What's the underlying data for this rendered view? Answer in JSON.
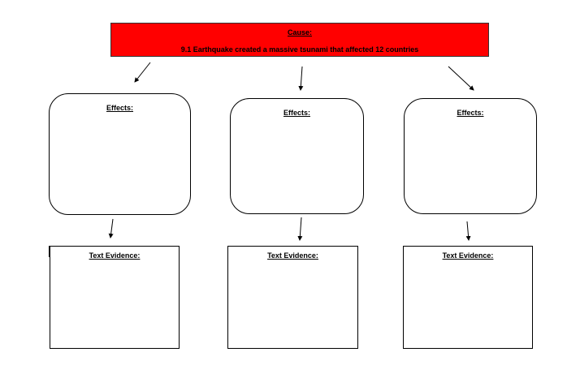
{
  "cause": {
    "title": "Cause:",
    "text": "9.1 Earthquake created a massive tsunami that affected 12 countries"
  },
  "effects": [
    {
      "label": "Effects:"
    },
    {
      "label": "Effects:"
    },
    {
      "label": "Effects:"
    }
  ],
  "evidence": [
    {
      "label": "Text Evidence:"
    },
    {
      "label": "Text Evidence:"
    },
    {
      "label": "Text Evidence:"
    }
  ],
  "colors": {
    "cause_fill": "#ff0000",
    "border": "#000000",
    "background": "#ffffff"
  }
}
